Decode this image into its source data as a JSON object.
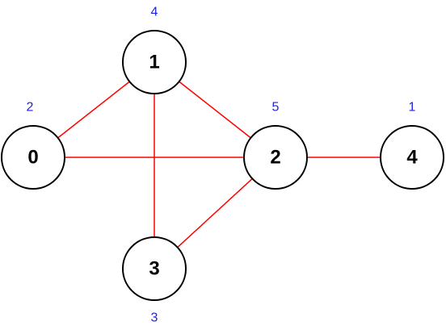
{
  "colors": {
    "edge": "#ff0000",
    "weight": "#1f1fe0",
    "node_stroke": "#000000",
    "node_fill": "#ffffff"
  },
  "nodes": [
    {
      "id": "0",
      "label": "0",
      "weight": "2"
    },
    {
      "id": "1",
      "label": "1",
      "weight": "4"
    },
    {
      "id": "2",
      "label": "2",
      "weight": "5"
    },
    {
      "id": "3",
      "label": "3",
      "weight": "3"
    },
    {
      "id": "4",
      "label": "4",
      "weight": "1"
    }
  ],
  "edges": [
    {
      "from": "0",
      "to": "1"
    },
    {
      "from": "0",
      "to": "2"
    },
    {
      "from": "1",
      "to": "2"
    },
    {
      "from": "1",
      "to": "3"
    },
    {
      "from": "2",
      "to": "3"
    },
    {
      "from": "2",
      "to": "4"
    }
  ]
}
